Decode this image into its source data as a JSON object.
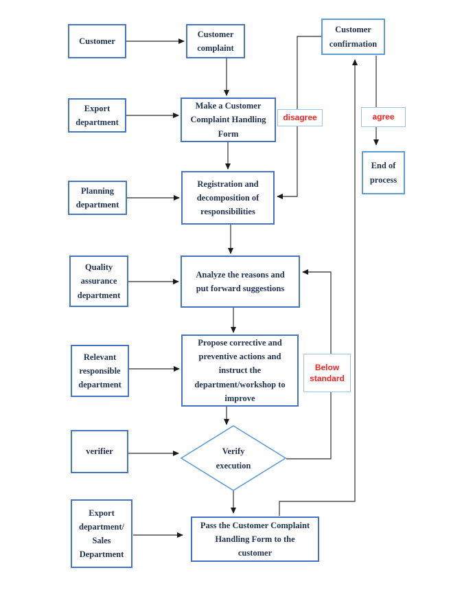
{
  "colors": {
    "box_border": "#4472c4",
    "mid_border": "#5b9bd5",
    "soft_border": "#9dc3e6",
    "ink": "#1f3150",
    "red": "#ff1f1f",
    "line": "#4d4d4d"
  },
  "nodes": {
    "customer": "Customer",
    "export_department": "Export\ndepartment",
    "planning_department": "Planning\ndepartment",
    "quality_assurance": "Quality\nassurance\ndepartment",
    "relevant_responsible": "Relevant\nresponsible\ndepartment",
    "verifier": "verifier",
    "export_sales": "Export\ndepartment/\nSales\nDepartment",
    "customer_complaint": "Customer\ncomplaint",
    "make_form": "Make a Customer\nComplaint Handling\nForm",
    "registration": "Registration and\ndecomposition of\nresponsibilities",
    "analyze": "Analyze the reasons and\nput forward suggestions",
    "propose": "Propose corrective and\npreventive actions and\ninstruct the\ndepartment/workshop to\nimprove",
    "verify_execution": "Verify\nexecution",
    "pass_form": "Pass the Customer Complaint\nHandling Form to the\ncustomer",
    "customer_confirmation": "Customer\nconfirmation",
    "end_of_process": "End of\nprocess",
    "disagree": "disagree",
    "agree": "agree",
    "below_standard": "Below\nstandard"
  }
}
